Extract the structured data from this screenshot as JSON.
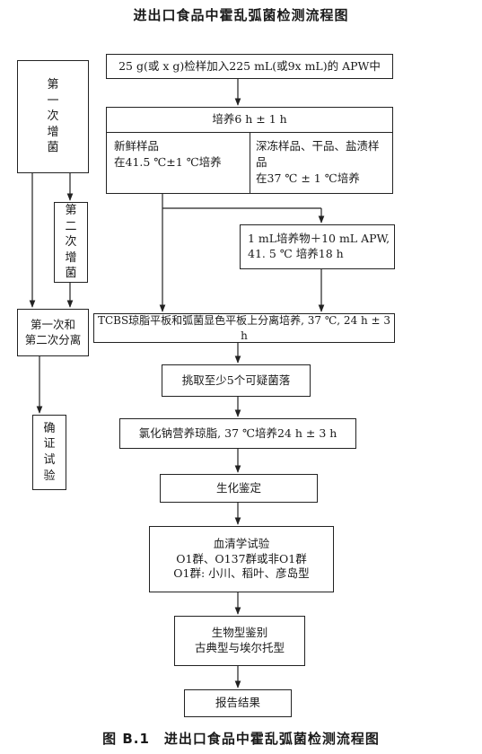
{
  "title": "进出口食品中霍乱弧菌检测流程图",
  "caption": "图 B.1　进出口食品中霍乱弧菌检测流程图",
  "side": {
    "stage1": [
      "第",
      "一",
      "次",
      "增",
      "菌"
    ],
    "stage1_title": "第一次增菌",
    "stage2": [
      "第",
      "二",
      "次",
      "增",
      "菌"
    ],
    "stage3": [
      "第一次和",
      "第二次分离"
    ],
    "stage4": [
      "确",
      "证",
      "试",
      "验"
    ]
  },
  "steps": {
    "sample": "25 g(或 x g)检样加入225 mL(或9x mL)的 APW中",
    "culture_header": "培养6 h ± 1 h",
    "fresh_line1": "新鲜样品",
    "fresh_line2": "在41.5 ℃±1 ℃培养",
    "frozen_line1": "深冻样品、干品、盐渍样品",
    "frozen_line2": "在37 ℃ ± 1 ℃培养",
    "enrich_line1": "1 mL培养物＋10 mL APW,",
    "enrich_line2": "41. 5 ℃  培养18 h",
    "isolation": "TCBS琼脂平板和弧菌显色平板上分离培养, 37 ℃, 24 h ± 3 h",
    "pick": "挑取至少5个可疑菌落",
    "nacl": "氯化钠营养琼脂, 37 ℃培养24 h ± 3 h",
    "biochem": "生化鉴定",
    "sero_line1": "血清学试验",
    "sero_line2": "O1群、O137群或非O1群",
    "sero_line3": "O1群: 小川、稻叶、彦岛型",
    "biotype_line1": "生物型鉴别",
    "biotype_line2": "古典型与埃尔托型",
    "report": "报告结果"
  }
}
